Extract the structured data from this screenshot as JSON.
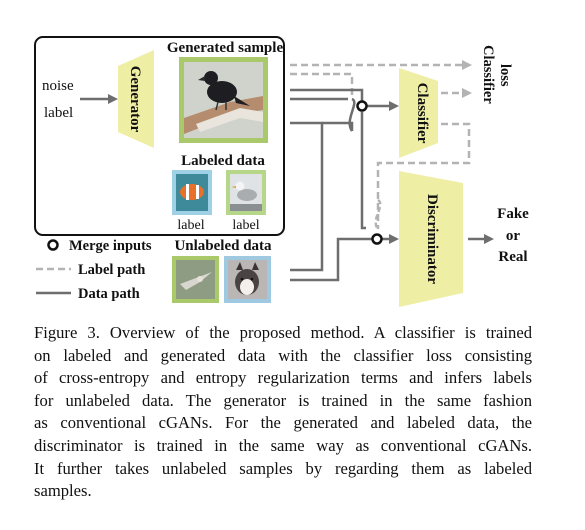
{
  "figure": {
    "generated_sample_title": "Generated sample",
    "labeled_data_title": "Labeled data",
    "unlabeled_data_title": "Unlabeled data",
    "generator_label": "Generator",
    "classifier_label": "Classifier",
    "discriminator_label": "Discriminator",
    "input_noise": "noise",
    "input_label": "label",
    "labeled_tag_1": "label",
    "labeled_tag_2": "label",
    "classifier_loss_line1": "Classifier",
    "classifier_loss_line2": "loss",
    "output_fake": "Fake",
    "output_or": "or",
    "output_real": "Real",
    "legend": {
      "merge": "Merge inputs",
      "label_path": "Label path",
      "data_path": "Data path"
    },
    "colors": {
      "module_fill": "#eeeea4",
      "generated_border": "#a9c96a",
      "labeled_border_blue": "#9ed0e6",
      "labeled_border_green": "#b6d78a",
      "path_gray": "#6e6e6e",
      "dashed_gray": "#b3b3b3"
    },
    "icons": [
      "bird-photo",
      "clownfish-photo",
      "gull-photo",
      "bird-in-flight-photo",
      "husky-photo"
    ]
  },
  "caption": {
    "lines": [
      "Figure 3. Overview of the proposed method. A classifier is trained",
      "on labeled and generated data with the classifier loss consisting",
      "of cross-entropy and entropy regularization terms and infers labels",
      "for unlabeled data. The generator is trained in the same fashion",
      "as conventional cGANs. For the generated and labeled data, the",
      "discriminator is trained in the same way as conventional cGANs.",
      "It further takes unlabeled samples by regarding them as labeled",
      "samples."
    ]
  }
}
